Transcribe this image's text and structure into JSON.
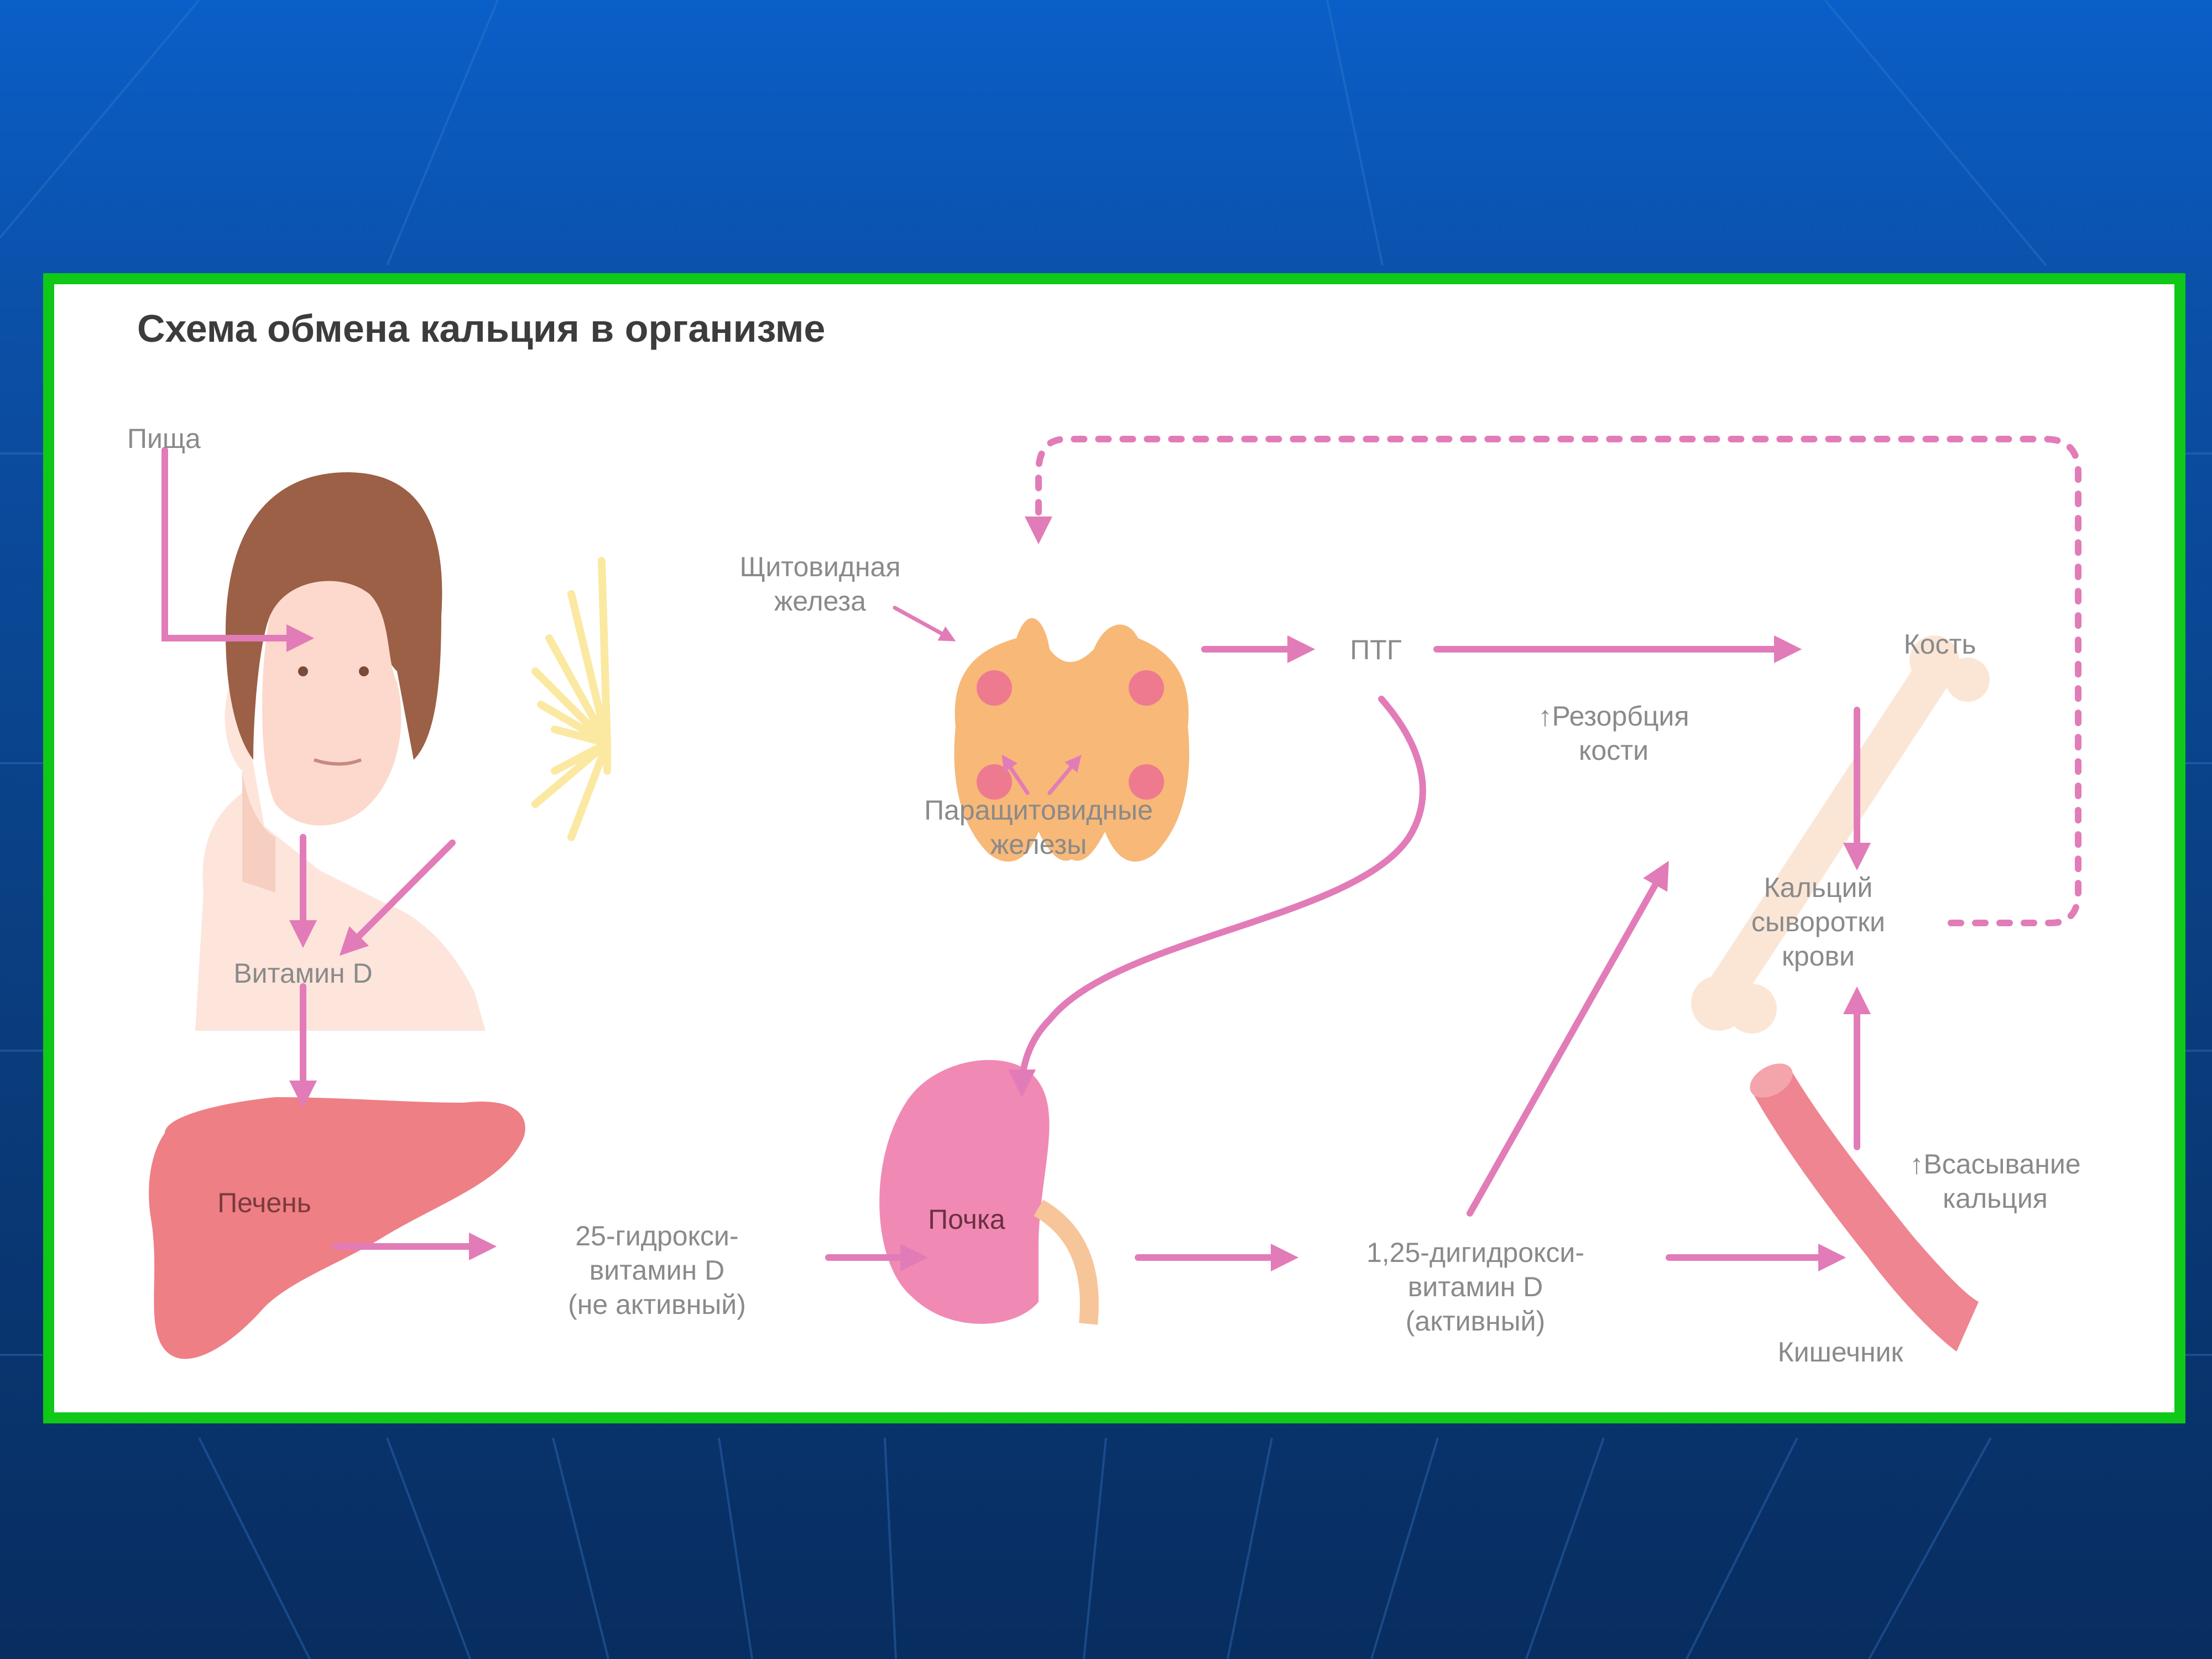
{
  "slide": {
    "title": "Схема обмена кальция в организме"
  },
  "labels": {
    "food": "Пища",
    "vitamin_d": "Витамин D",
    "liver": "Печень",
    "hydroxy25": "25-гидрокси-\nвитамин D\n(не активный)",
    "kidney": "Почка",
    "dihydroxy125": "1,25-дигидрокси-\nвитамин D\n(активный)",
    "intestine": "Кишечник",
    "absorption": "↑Всасывание\nкальция",
    "serum_calcium": "Кальций\nсыворотки\nкрови",
    "bone": "Кость",
    "resorption": "↑Резорбция\nкости",
    "pth": "ПТГ",
    "thyroid": "Щитовидная\nжелеза",
    "parathyroid": "Паращитовидные\nжелезы"
  },
  "colors": {
    "background": "#0b4fa6",
    "frame_border": "#10c818",
    "arrow": "#e27cb8",
    "label_text": "#8a8a8a",
    "title_text": "#3c3c3c",
    "liver": "#ee7f85",
    "kidney": "#f08ab4",
    "thyroid": "#f7b878",
    "parathyroid": "#ee7a90",
    "bone": "#fbe6d6",
    "intestine": "#ee8590",
    "hair": "#9b6046",
    "skin": "#fde5dc",
    "sun": "#fbe9a2"
  },
  "icons": [
    "woman-head-illustration",
    "sun-icon",
    "liver-illustration",
    "kidney-illustration",
    "thyroid-illustration",
    "bone-illustration",
    "intestine-illustration"
  ]
}
